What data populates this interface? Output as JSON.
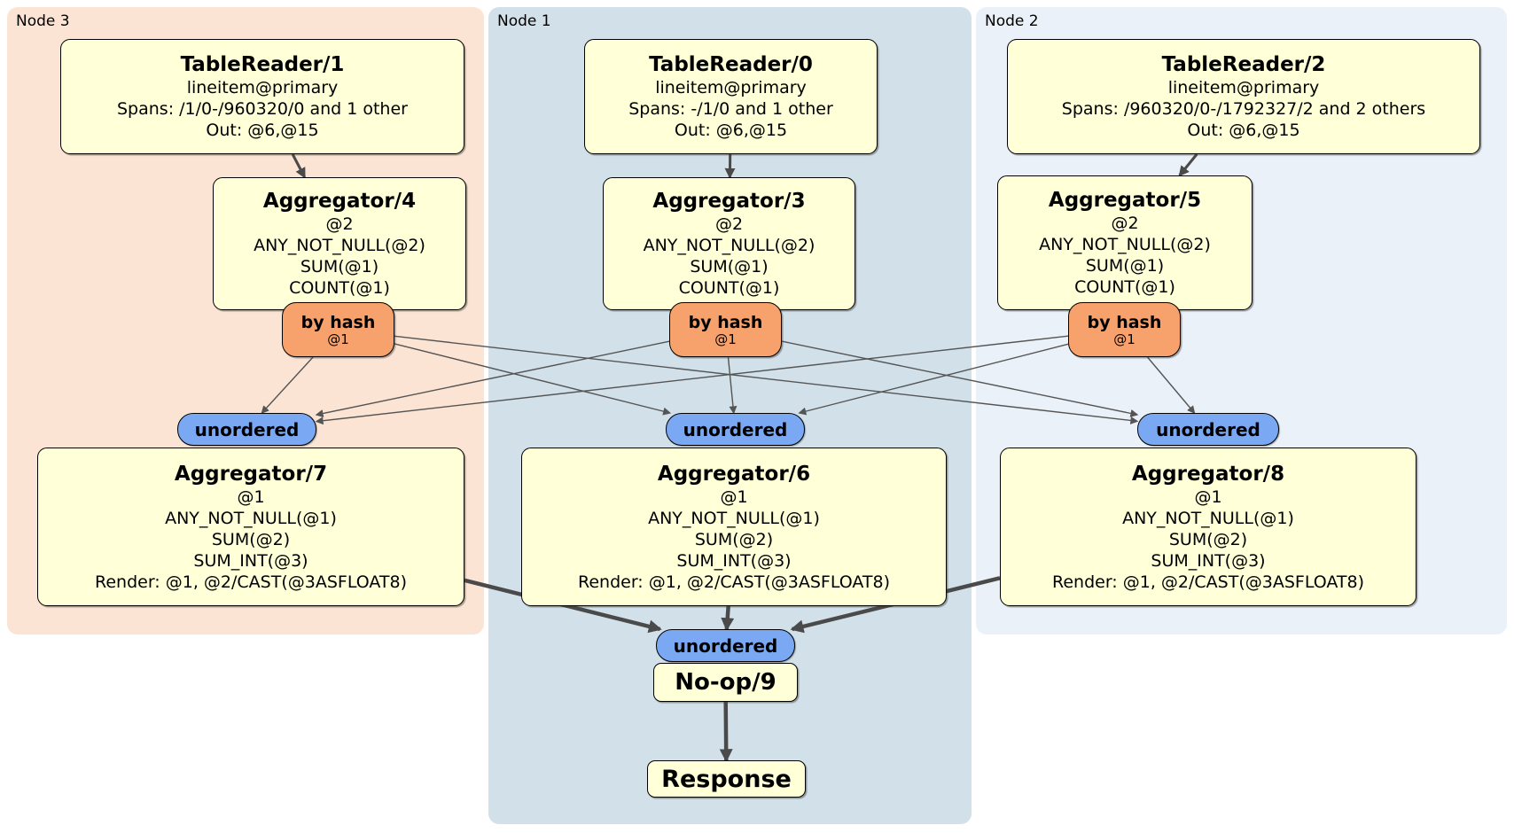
{
  "palette": {
    "page_background": "#ffffff",
    "region_node3": "#fce4d5",
    "region_node1": "#d2e0e9",
    "region_node2": "#ebf1f9",
    "processor_fill": "#ffffd8",
    "router_fill": "#f7a26d",
    "sync_fill": "#7aa8f3",
    "node_border": "#000000",
    "edge_color": "#4a4a4a"
  },
  "regions": {
    "node3": {
      "label": "Node 3"
    },
    "node1": {
      "label": "Node 1"
    },
    "node2": {
      "label": "Node 2"
    }
  },
  "nodes": {
    "tr1": {
      "title": "TableReader/1",
      "lines": [
        "lineitem@primary",
        "Spans: /1/0-/960320/0 and 1 other",
        "Out: @6,@15"
      ]
    },
    "agg4": {
      "title": "Aggregator/4",
      "lines": [
        "@2",
        "ANY_NOT_NULL(@2)",
        "SUM(@1)",
        "COUNT(@1)"
      ]
    },
    "bh3": {
      "title": "by hash",
      "sub": "@1"
    },
    "u3": {
      "label": "unordered"
    },
    "agg7": {
      "title": "Aggregator/7",
      "lines": [
        "@1",
        "ANY_NOT_NULL(@1)",
        "SUM(@2)",
        "SUM_INT(@3)",
        "Render: @1, @2/CAST(@3ASFLOAT8)"
      ]
    },
    "tr0": {
      "title": "TableReader/0",
      "lines": [
        "lineitem@primary",
        "Spans: -/1/0 and 1 other",
        "Out: @6,@15"
      ]
    },
    "agg3": {
      "title": "Aggregator/3",
      "lines": [
        "@2",
        "ANY_NOT_NULL(@2)",
        "SUM(@1)",
        "COUNT(@1)"
      ]
    },
    "bh1": {
      "title": "by hash",
      "sub": "@1"
    },
    "u1": {
      "label": "unordered"
    },
    "agg6": {
      "title": "Aggregator/6",
      "lines": [
        "@1",
        "ANY_NOT_NULL(@1)",
        "SUM(@2)",
        "SUM_INT(@3)",
        "Render: @1, @2/CAST(@3ASFLOAT8)"
      ]
    },
    "uf": {
      "label": "unordered"
    },
    "noop": {
      "title": "No-op/9"
    },
    "resp": {
      "title": "Response"
    },
    "tr2": {
      "title": "TableReader/2",
      "lines": [
        "lineitem@primary",
        "Spans: /960320/0-/1792327/2 and 2 others",
        "Out: @6,@15"
      ]
    },
    "agg5": {
      "title": "Aggregator/5",
      "lines": [
        "@2",
        "ANY_NOT_NULL(@2)",
        "SUM(@1)",
        "COUNT(@1)"
      ]
    },
    "bh2": {
      "title": "by hash",
      "sub": "@1"
    },
    "u2": {
      "label": "unordered"
    },
    "agg8": {
      "title": "Aggregator/8",
      "lines": [
        "@1",
        "ANY_NOT_NULL(@1)",
        "SUM(@2)",
        "SUM_INT(@3)",
        "Render: @1, @2/CAST(@3ASFLOAT8)"
      ]
    }
  },
  "edges": [
    {
      "from": "tr1",
      "to": "agg4",
      "kind": "medium"
    },
    {
      "from": "tr0",
      "to": "agg3",
      "kind": "medium"
    },
    {
      "from": "tr2",
      "to": "agg5",
      "kind": "medium"
    },
    {
      "from": "bh3",
      "to": "u3",
      "kind": "thin"
    },
    {
      "from": "bh3",
      "to": "u1",
      "kind": "thin"
    },
    {
      "from": "bh3",
      "to": "u2",
      "kind": "thin"
    },
    {
      "from": "bh1",
      "to": "u3",
      "kind": "thin"
    },
    {
      "from": "bh1",
      "to": "u1",
      "kind": "thin"
    },
    {
      "from": "bh1",
      "to": "u2",
      "kind": "thin"
    },
    {
      "from": "bh2",
      "to": "u3",
      "kind": "thin"
    },
    {
      "from": "bh2",
      "to": "u1",
      "kind": "thin"
    },
    {
      "from": "bh2",
      "to": "u2",
      "kind": "thin"
    },
    {
      "from": "agg7",
      "to": "uf",
      "kind": "thick"
    },
    {
      "from": "agg6",
      "to": "uf",
      "kind": "thick"
    },
    {
      "from": "agg8",
      "to": "uf",
      "kind": "thick"
    },
    {
      "from": "noop",
      "to": "resp",
      "kind": "thick"
    }
  ]
}
